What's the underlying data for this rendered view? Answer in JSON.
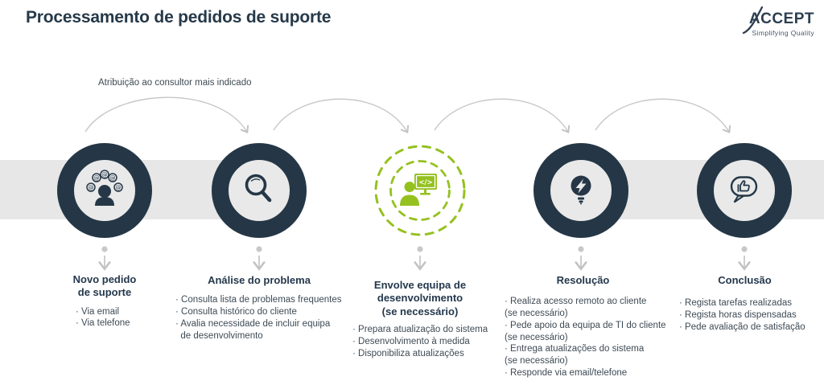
{
  "page": {
    "title": "Processamento de pedidos de suporte"
  },
  "logo": {
    "name": "ACCEPT",
    "tagline": "Simplifying Quality"
  },
  "annotation": "Atribuição ao consultor mais indicado",
  "colors": {
    "navy": "#253746",
    "green": "#95c11f",
    "band_gray": "#e7e7e7",
    "arrow_gray": "#c6c6c6",
    "title_text": "#24384c",
    "body_text": "#3e4a54"
  },
  "steps": [
    {
      "id": "novo-pedido-de-suporte",
      "icon": "person-mentions-icon",
      "accent": "navy",
      "title": "Novo pedido\nde suporte",
      "bullets": [
        "· Via email",
        "· Via telefone"
      ]
    },
    {
      "id": "analise-do-problema",
      "icon": "magnifier-icon",
      "accent": "navy",
      "title": "Análise do problema",
      "bullets": [
        "· Consulta lista de problemas frequentes",
        "· Consulta histórico do cliente",
        "· Avalia necessidade de incluir equipa",
        "  de desenvolvimento"
      ]
    },
    {
      "id": "envolve-equipa-desenvolvimento",
      "icon": "developer-screen-icon",
      "accent": "green",
      "title": "Envolve equipa de\ndesenvolvimento\n(se necessário)",
      "bullets": [
        "· Prepara atualização do sistema",
        "· Desenvolvimento à medida",
        "· Disponibiliza atualizações"
      ]
    },
    {
      "id": "resolucao",
      "icon": "lightbulb-bolt-icon",
      "accent": "navy",
      "title": "Resolução",
      "bullets": [
        "· Realiza acesso remoto ao cliente",
        "(se necessário)",
        "· Pede apoio da equipa de TI do cliente",
        "(se necessário)",
        "· Entrega atualizações do sistema",
        "(se necessário)",
        "· Responde via email/telefone"
      ]
    },
    {
      "id": "conclusao",
      "icon": "thumbs-up-bubble-icon",
      "accent": "navy",
      "title": "Conclusão",
      "bullets": [
        "· Regista tarefas realizadas",
        "· Regista horas dispensadas",
        "· Pede avaliação de satisfação"
      ]
    }
  ]
}
